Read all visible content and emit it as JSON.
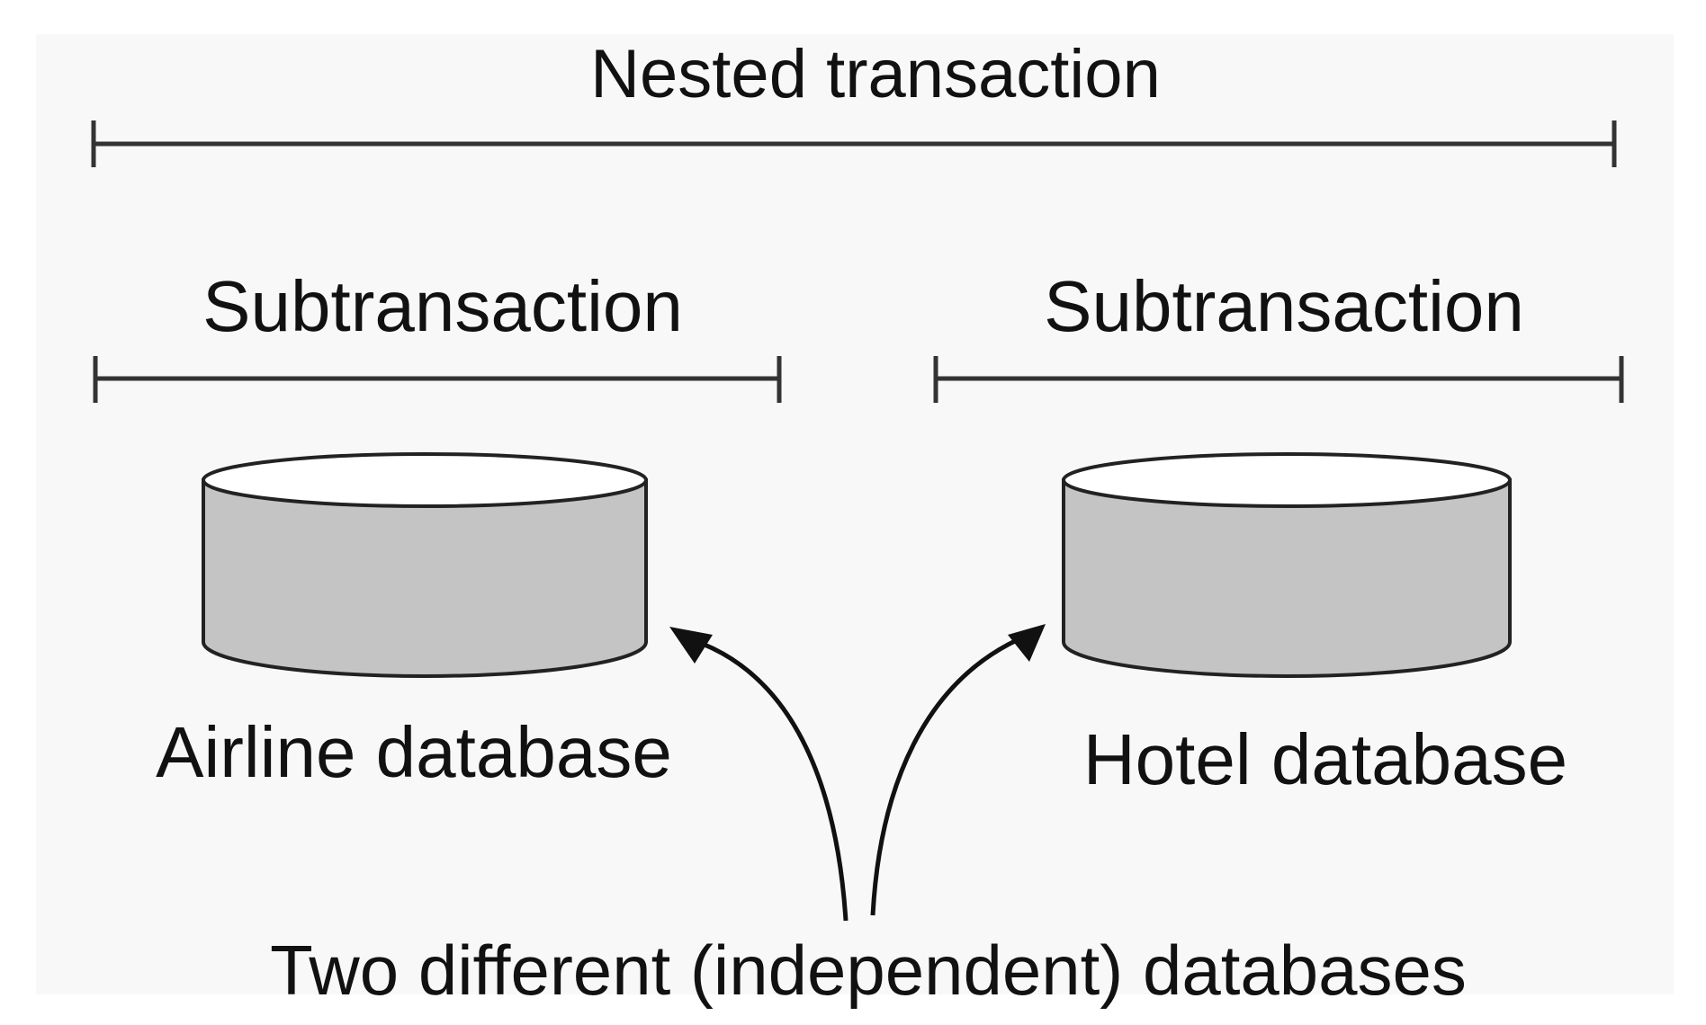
{
  "labels": {
    "nested_title": "Nested transaction",
    "sub_left": "Subtransaction",
    "sub_right": "Subtransaction",
    "db_left": "Airline database",
    "db_right": "Hotel database",
    "caption": "Two different (independent) databases"
  },
  "colors": {
    "line": "#333333",
    "cylinder_fill": "#c4c4c4",
    "cylinder_top": "#ffffff",
    "text": "#111111",
    "panel_background": "#f8f8f8"
  }
}
